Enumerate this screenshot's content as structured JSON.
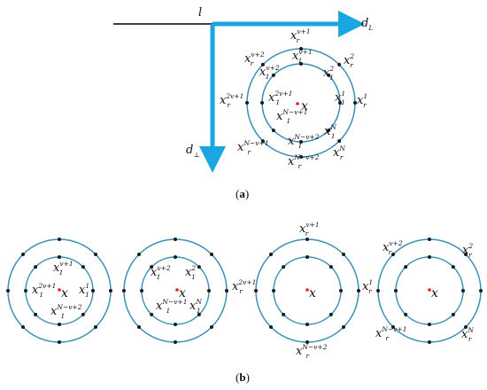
{
  "colors": {
    "circle": "#3a8fb7",
    "arrow": "#1aa6e0",
    "point": "#1a1a1a",
    "center": "#e02020",
    "axis": "#000000"
  },
  "panel_a": {
    "caption": {
      "open": "(",
      "letter": "a",
      "close": ")"
    },
    "axis_l": "l",
    "axis_dL": {
      "base": "d",
      "sub": "L"
    },
    "axis_dperp": {
      "base": "d",
      "sub": "⊥"
    },
    "center": "x",
    "outer_labels": [
      {
        "base": "x",
        "sub": "r",
        "sup": "v+1"
      },
      {
        "base": "x",
        "sub": "r",
        "sup": "v+2"
      },
      {
        "base": "x",
        "sub": "r",
        "sup": "2"
      },
      {
        "base": "x",
        "sub": "r",
        "sup": "2v+1"
      },
      {
        "base": "x",
        "sub": "r",
        "sup": "1"
      },
      {
        "base": "x",
        "sub": "r",
        "sup": "N−v+1"
      },
      {
        "base": "x",
        "sub": "r",
        "sup": "N−v+2"
      },
      {
        "base": "x",
        "sub": "r",
        "sup": "N"
      }
    ],
    "inner_labels": [
      {
        "base": "x",
        "sub": "1",
        "sup": "v+1"
      },
      {
        "base": "x",
        "sub": "1",
        "sup": "v+2"
      },
      {
        "base": "x",
        "sub": "1",
        "sup": "2"
      },
      {
        "base": "x",
        "sub": "1",
        "sup": "2v+1"
      },
      {
        "base": "x",
        "sub": "1",
        "sup": "1"
      },
      {
        "base": "x",
        "sub": "1",
        "sup": "N−v+1"
      },
      {
        "base": "x",
        "sub": "1",
        "sup": "N−v+2"
      },
      {
        "base": "x",
        "sub": "1",
        "sup": "N"
      }
    ]
  },
  "panel_b": {
    "caption": {
      "open": "(",
      "letter": "b",
      "close": ")"
    },
    "center": "x",
    "d1_labels": [
      {
        "base": "x",
        "sub": "1",
        "sup": "v+1"
      },
      {
        "base": "x",
        "sub": "1",
        "sup": "2v+1"
      },
      {
        "base": "x",
        "sub": "1",
        "sup": "1"
      },
      {
        "base": "x",
        "sub": "1",
        "sup": "N−v+2"
      }
    ],
    "d2_labels": [
      {
        "base": "x",
        "sub": "1",
        "sup": "v+2"
      },
      {
        "base": "x",
        "sub": "1",
        "sup": "2"
      },
      {
        "base": "x",
        "sub": "1",
        "sup": "N−v+1"
      },
      {
        "base": "x",
        "sub": "1",
        "sup": "N"
      }
    ],
    "d3_labels": [
      {
        "base": "x",
        "sub": "r",
        "sup": "v+1"
      },
      {
        "base": "x",
        "sub": "r",
        "sup": "2v+1"
      },
      {
        "base": "x",
        "sub": "r",
        "sup": "1"
      },
      {
        "base": "x",
        "sub": "r",
        "sup": "N−v+2"
      }
    ],
    "d4_labels": [
      {
        "base": "x",
        "sub": "r",
        "sup": "v+2"
      },
      {
        "base": "x",
        "sub": "r",
        "sup": "2"
      },
      {
        "base": "x",
        "sub": "r",
        "sup": "N−v+1"
      },
      {
        "base": "x",
        "sub": "r",
        "sup": "N"
      }
    ]
  }
}
